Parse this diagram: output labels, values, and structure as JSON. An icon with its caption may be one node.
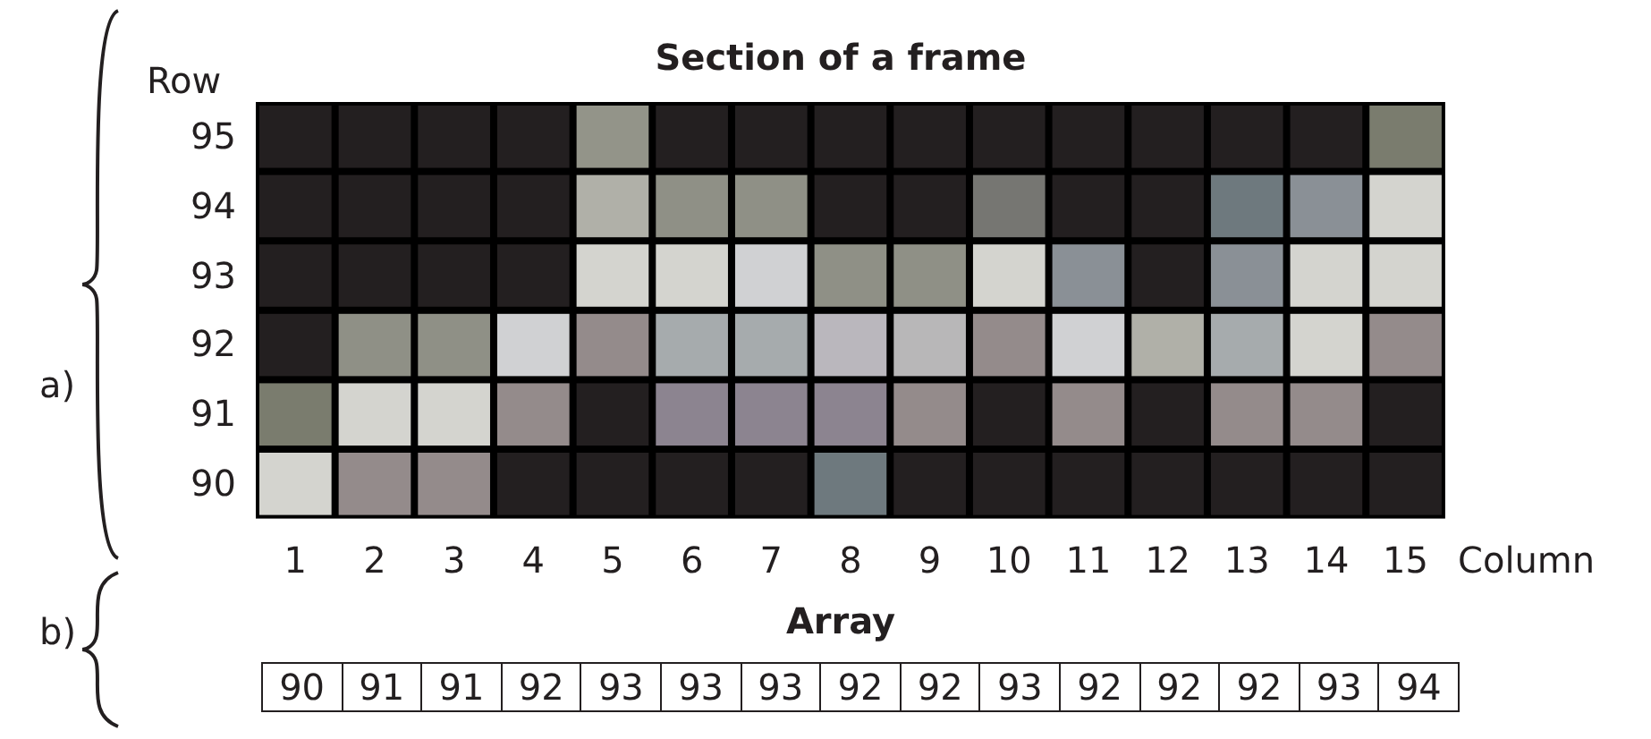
{
  "diagram": {
    "title": "Section of a frame",
    "labels": [
      "Row",
      "95",
      "94",
      "93",
      "92",
      "91",
      "90",
      "a)",
      "1",
      "2",
      "3",
      "4",
      "5",
      "6",
      "7",
      "8",
      "9",
      "10",
      "11",
      "12",
      "13",
      "14",
      "15",
      "Column",
      "b)",
      "Array",
      "90",
      "91",
      "91",
      "92",
      "93",
      "93",
      "93",
      "92",
      "92",
      "93",
      "92",
      "92",
      "92",
      "93",
      "94"
    ]
  }
}
